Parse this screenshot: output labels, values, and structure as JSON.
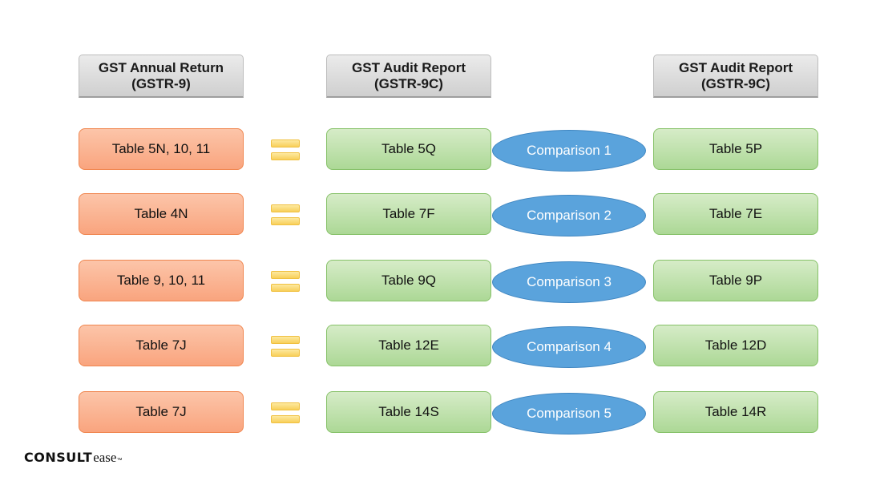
{
  "headers": [
    {
      "line1": "GST Annual Return",
      "line2": "(GSTR-9)"
    },
    {
      "line1": "GST Audit Report",
      "line2": "(GSTR-9C)"
    },
    {
      "line1": "GST Audit Report",
      "line2": "(GSTR-9C)"
    }
  ],
  "rows": [
    {
      "annual": "Table 5N, 10, 11",
      "audit_left": "Table 5Q",
      "comparison": "Comparison 1",
      "audit_right": "Table 5P"
    },
    {
      "annual": "Table 4N",
      "audit_left": "Table 7F",
      "comparison": "Comparison 2",
      "audit_right": "Table 7E"
    },
    {
      "annual": "Table 9, 10, 11",
      "audit_left": "Table 9Q",
      "comparison": "Comparison 3",
      "audit_right": "Table 9P"
    },
    {
      "annual": "Table 7J",
      "audit_left": "Table 12E",
      "comparison": "Comparison 4",
      "audit_right": "Table 12D"
    },
    {
      "annual": "Table 7J",
      "audit_left": "Table 14S",
      "comparison": "Comparison 5",
      "audit_right": "Table 14R"
    }
  ],
  "logo": {
    "brand": "CONSULT",
    "suffix": "ease",
    "tm": "™"
  },
  "colors": {
    "annual_fill": "#f9a47e",
    "audit_fill": "#acd896",
    "comparison_fill": "#5aa3dc",
    "equals_fill": "#f8cf5a",
    "header_fill": "#d9d9d9"
  }
}
